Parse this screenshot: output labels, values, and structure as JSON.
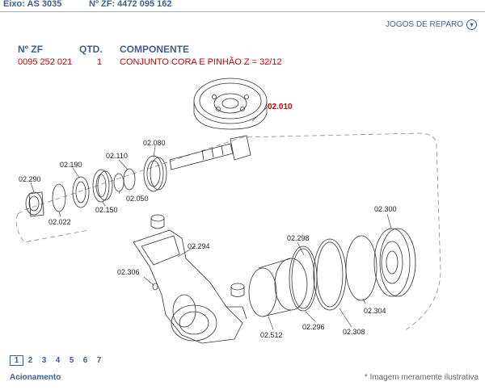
{
  "header": {
    "axle_label": "Eixo: AS 3035",
    "zf_label": "Nº ZF: 4472 095 162"
  },
  "repair_link": {
    "label": "JOGOS DE REPARO",
    "icon": "circle-arrow-down-icon"
  },
  "table": {
    "col_zf": "Nº ZF",
    "col_qty": "QTD.",
    "col_component": "COMPONENTE",
    "row": {
      "zf": "0095 252 021",
      "qty": "1",
      "component": "CONJUNTO CORA E PINHÃO Z = 32/12"
    }
  },
  "diagram": {
    "highlight_label": "02.010",
    "labels": {
      "l080": "02.080",
      "l110": "02.110",
      "l190": "02.190",
      "l290": "02.290",
      "l050": "02.050",
      "l150": "02.150",
      "l022": "02.022",
      "l300": "02.300",
      "l294": "02.294",
      "l298": "02.298",
      "l306": "02.306",
      "l304": "02.304",
      "l512": "02.512",
      "l296": "02.296",
      "l308": "02.308"
    }
  },
  "pager": {
    "pages": [
      "1",
      "2",
      "3",
      "4",
      "5",
      "6",
      "7"
    ],
    "active": "1"
  },
  "footer": {
    "link": "Acionamento",
    "note": "* Imagem meramente ilustrativa"
  },
  "colors": {
    "accent": "#3f5f8f",
    "highlight": "#cc0000"
  }
}
